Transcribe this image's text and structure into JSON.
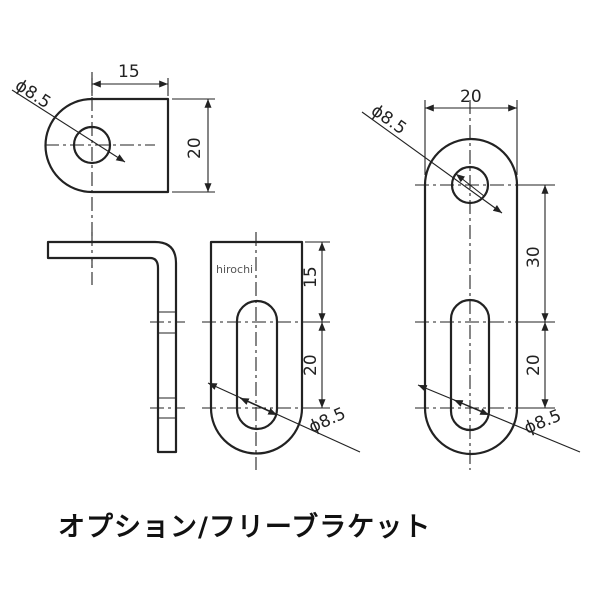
{
  "caption": "オプション/フリーブラケット",
  "watermark": "hirochi",
  "left_part": {
    "top_view": {
      "width_dim": "15",
      "height_dim": "20",
      "hole_dim": "ϕ8.5"
    },
    "front_view": {
      "upper_dim": "15",
      "slot_dim": "20",
      "slot_width_dim": "ϕ8.5"
    }
  },
  "right_part": {
    "width_dim": "20",
    "hole_dim": "ϕ8.5",
    "spacing_dim": "30",
    "slot_dim": "20",
    "slot_width_dim": "ϕ8.5"
  }
}
